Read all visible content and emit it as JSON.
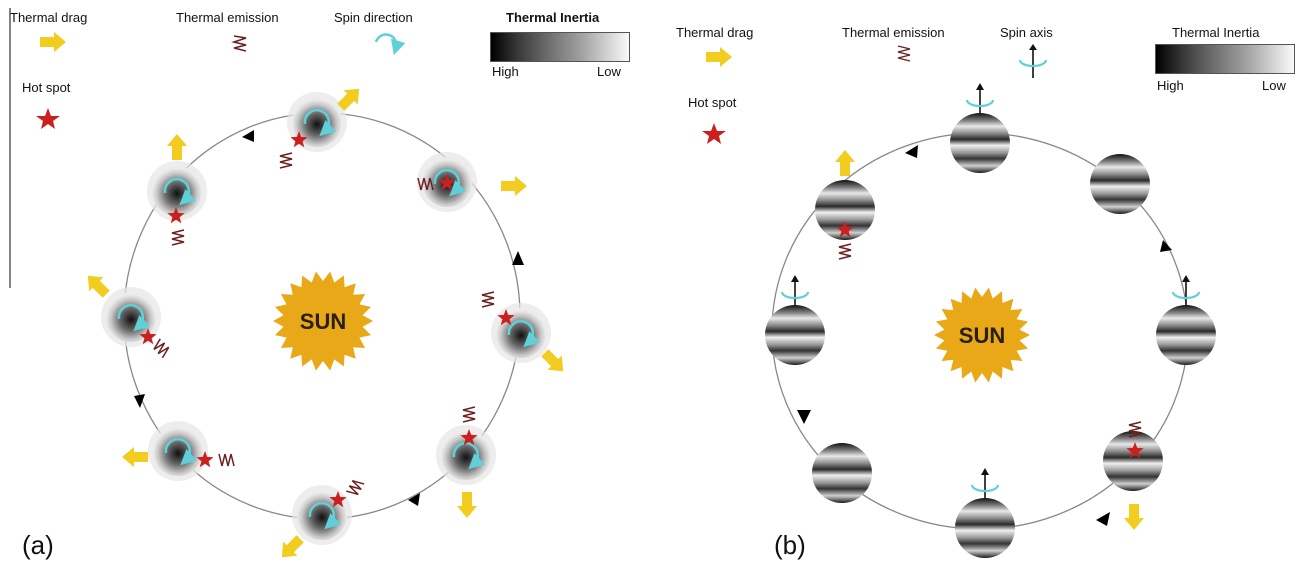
{
  "panel_a": {
    "letter": "(a)",
    "legend": {
      "thermal_drag": "Thermal drag",
      "thermal_emission": "Thermal emission",
      "spin_direction": "Spin direction",
      "thermal_inertia": "Thermal Inertia",
      "high": "High",
      "low": "Low",
      "hot_spot": "Hot spot"
    },
    "sun_label": "SUN"
  },
  "panel_b": {
    "letter": "(b)",
    "legend": {
      "thermal_drag": "Thermal drag",
      "thermal_emission": "Thermal emission",
      "spin_axis": "Spin axis",
      "thermal_inertia": "Thermal Inertia",
      "high": "High",
      "low": "Low",
      "hot_spot": "Hot spot"
    },
    "sun_label": "SUN"
  },
  "colors": {
    "drag_arrow": "#f2cc1e",
    "emission": "#6b2020",
    "spin": "#5fd0d8",
    "hot_spot": "#cc1f1f",
    "sun": "#e8a818",
    "orbit": "#888888"
  }
}
